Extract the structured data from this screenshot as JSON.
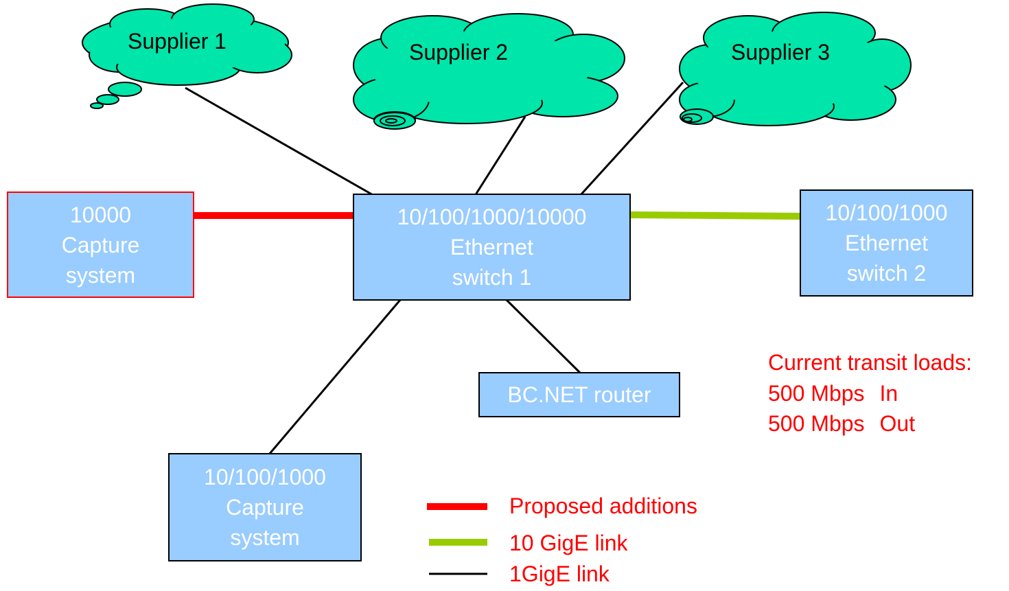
{
  "colors": {
    "box_fill": "#99ccff",
    "cloud_fill": "#00e5aa",
    "proposed_red": "#ff0000",
    "tengig_green": "#99cc00",
    "onegig_black": "#000000",
    "annotation_red": "#ff0000"
  },
  "clouds": {
    "supplier1": "Supplier 1",
    "supplier2": "Supplier 2",
    "supplier3": "Supplier 3"
  },
  "nodes": {
    "capture10000": {
      "line1": "10000",
      "line2": "Capture",
      "line3": "system"
    },
    "switch1": {
      "line1": "10/100/1000/10000",
      "line2": "Ethernet",
      "line3": "switch 1"
    },
    "switch2": {
      "line1": "10/100/1000",
      "line2": "Ethernet",
      "line3": "switch 2"
    },
    "router": {
      "line1": "BC.NET router"
    },
    "capture1000": {
      "line1": "10/100/1000",
      "line2": "Capture",
      "line3": "system"
    }
  },
  "transit": {
    "title": "Current transit loads:",
    "in_value": "500 Mbps",
    "in_label": "In",
    "out_value": "500 Mbps",
    "out_label": "Out"
  },
  "legend": {
    "proposed": "Proposed additions",
    "tengig": "10 GigE link",
    "onegig": "1GigE link"
  }
}
